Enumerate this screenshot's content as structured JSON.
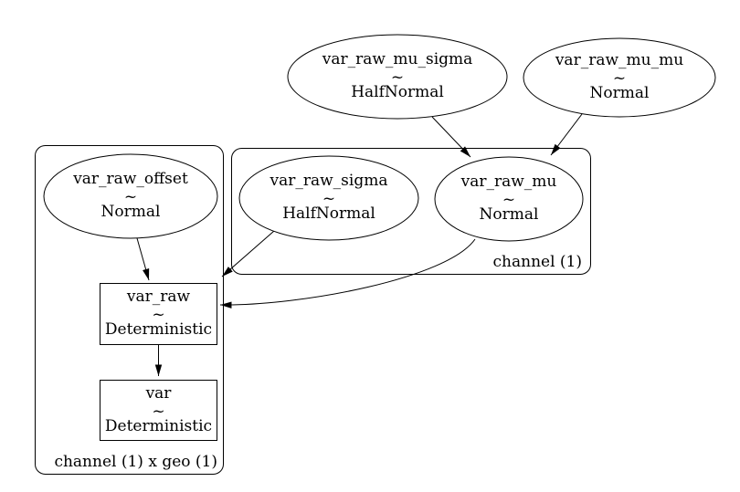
{
  "diagram": {
    "kind": "model-dependency-graph",
    "background_color": "#ffffff",
    "line_color": "#000000",
    "text_color": "#000000"
  },
  "clusters": {
    "channel": {
      "label": "channel (1)"
    },
    "channel_x_geo": {
      "label": "channel (1) x geo (1)"
    }
  },
  "nodes": {
    "var_raw_mu_sigma": {
      "name": "var_raw_mu_sigma",
      "op": "~",
      "dist": "HalfNormal",
      "shape": "ellipse"
    },
    "var_raw_mu_mu": {
      "name": "var_raw_mu_mu",
      "op": "~",
      "dist": "Normal",
      "shape": "ellipse"
    },
    "var_raw_sigma": {
      "name": "var_raw_sigma",
      "op": "~",
      "dist": "HalfNormal",
      "shape": "ellipse"
    },
    "var_raw_mu": {
      "name": "var_raw_mu",
      "op": "~",
      "dist": "Normal",
      "shape": "ellipse"
    },
    "var_raw_offset": {
      "name": "var_raw_offset",
      "op": "~",
      "dist": "Normal",
      "shape": "ellipse"
    },
    "var_raw": {
      "name": "var_raw",
      "op": "~",
      "dist": "Deterministic",
      "shape": "box"
    },
    "var": {
      "name": "var",
      "op": "~",
      "dist": "Deterministic",
      "shape": "box"
    }
  },
  "edges": [
    {
      "from": "var_raw_mu_sigma",
      "to": "var_raw_mu"
    },
    {
      "from": "var_raw_mu_mu",
      "to": "var_raw_mu"
    },
    {
      "from": "var_raw_offset",
      "to": "var_raw"
    },
    {
      "from": "var_raw_sigma",
      "to": "var_raw"
    },
    {
      "from": "var_raw_mu",
      "to": "var_raw"
    },
    {
      "from": "var_raw",
      "to": "var"
    }
  ]
}
